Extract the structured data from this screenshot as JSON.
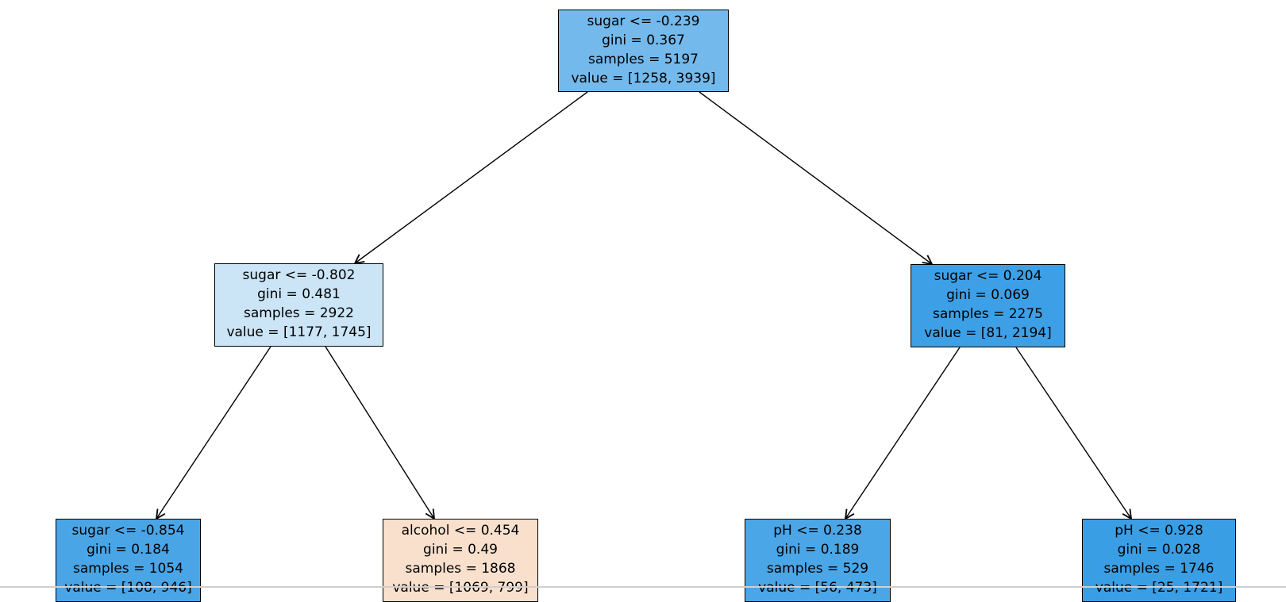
{
  "figure": {
    "kind": "decision-tree-plot",
    "background_color": "#ffffff",
    "node_border_color": "#000000",
    "edge_color": "#000000",
    "text_color": "#000000",
    "bottom_border_color": "#cfcfcf"
  },
  "tree": {
    "nodes": {
      "root": {
        "condition": "sugar <= -0.239",
        "gini": "gini = 0.367",
        "samples": "samples = 5197",
        "value": "value = [1258, 3939]",
        "color": "#73b9ec"
      },
      "left": {
        "condition": "sugar <= -0.802",
        "gini": "gini = 0.481",
        "samples": "samples = 2922",
        "value": "value = [1177, 1745]",
        "color": "#cbe5f7"
      },
      "right": {
        "condition": "sugar <= 0.204",
        "gini": "gini = 0.069",
        "samples": "samples = 2275",
        "value": "value = [81, 2194]",
        "color": "#3da0e6"
      },
      "left_left": {
        "condition": "sugar <= -0.854",
        "gini": "gini = 0.184",
        "samples": "samples = 1054",
        "value": "value = [108, 946]",
        "color": "#4aa5e7"
      },
      "left_right": {
        "condition": "alcohol <= 0.454",
        "gini": "gini = 0.49",
        "samples": "samples = 1868",
        "value": "value = [1069, 799]",
        "color": "#f8e0cd"
      },
      "right_left": {
        "condition": "pH <= 0.238",
        "gini": "gini = 0.189",
        "samples": "samples = 529",
        "value": "value = [56, 473]",
        "color": "#4ba6e7"
      },
      "right_right": {
        "condition": "pH <= 0.928",
        "gini": "gini = 0.028",
        "samples": "samples = 1746",
        "value": "value = [25, 1721]",
        "color": "#3a9ee5"
      }
    },
    "edges": [
      {
        "from": "root",
        "to": "left"
      },
      {
        "from": "root",
        "to": "right"
      },
      {
        "from": "left",
        "to": "left_left"
      },
      {
        "from": "left",
        "to": "left_right"
      },
      {
        "from": "right",
        "to": "right_left"
      },
      {
        "from": "right",
        "to": "right_right"
      }
    ]
  }
}
